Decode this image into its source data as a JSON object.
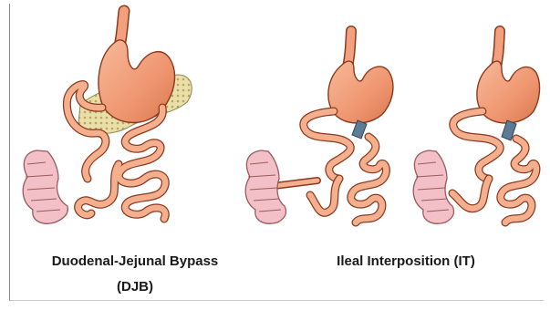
{
  "figures": [
    {
      "caption_line1": "Duodenal-Jejunal Bypass",
      "caption_line2": "(DJB)"
    },
    {
      "caption_line1": "Ileal Interposition (IT)"
    }
  ],
  "colors": {
    "stomach": "#f2a07e",
    "stomach_outline": "#8a3a1e",
    "bowel": "#f4b08e",
    "colon": "#f2c0c6",
    "pancreas": "#e8dca0",
    "duodenum_stump": "#5c7b95",
    "text": "#1a1a1a"
  }
}
